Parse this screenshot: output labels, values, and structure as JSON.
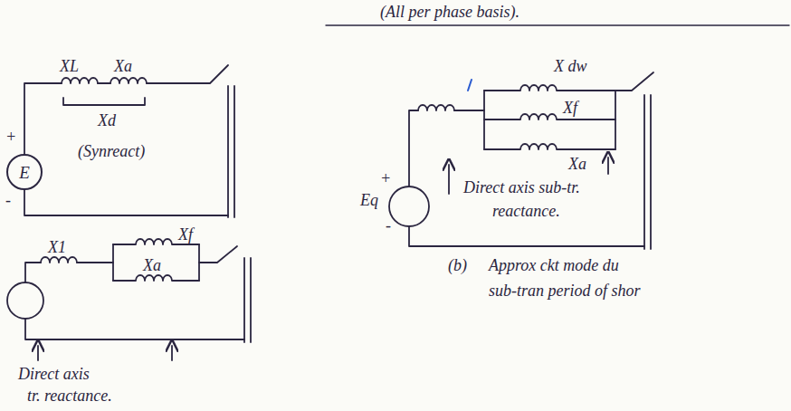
{
  "diagram": {
    "nodes": [
      {
        "text": [
          "E"
        ]
      }
    ],
    "labels": [
      "(All per phase basis).",
      "XL",
      "Xa",
      "Xd",
      "(Synreact)",
      "+",
      "-",
      "X dw",
      "Xf",
      "Xa",
      "Eq",
      "+",
      "-",
      "Direct axis sub-tr.",
      "reactance.",
      "(b)",
      "Approx ckt mode du",
      "sub-tran period of shor",
      "X1",
      "Xf",
      "Xa",
      "Direct axis",
      "tr. reactance."
    ]
  }
}
